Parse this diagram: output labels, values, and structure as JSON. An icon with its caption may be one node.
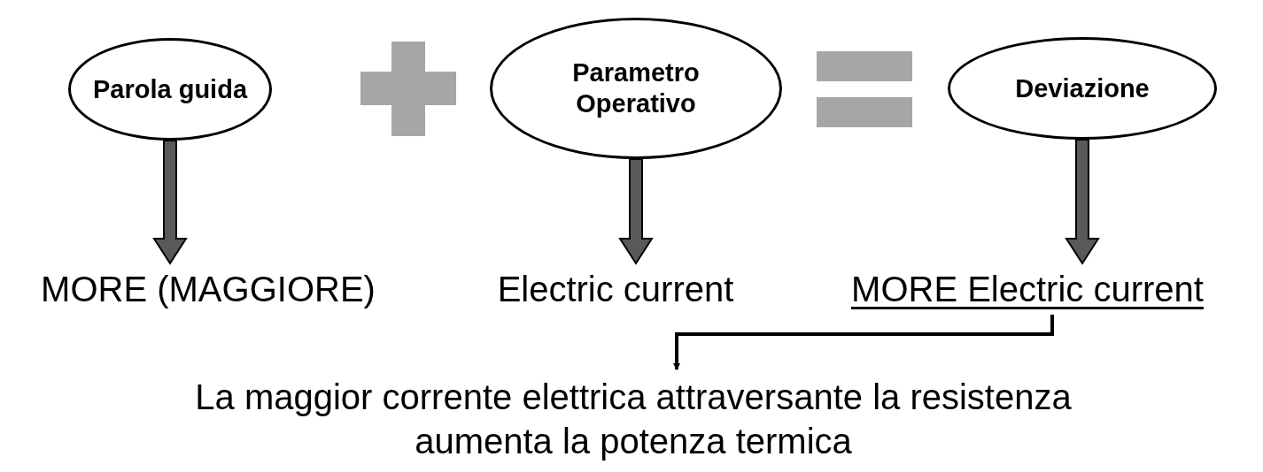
{
  "diagram": {
    "nodes": [
      {
        "text": [
          "Parola guida"
        ]
      },
      {
        "text": [
          "Parametro Operativo"
        ]
      },
      {
        "text": [
          "Deviazione"
        ]
      },
      {
        "text": [
          "MORE (MAGGIORE)"
        ]
      },
      {
        "text": [
          "Electric current"
        ]
      },
      {
        "text": [
          "MORE Electric current"
        ]
      },
      {
        "text": [
          "La maggior corrente elettrica attraversante la resistenza aumenta la potenza termica"
        ]
      },
      {
        "text": [],
        "shape": "plus"
      },
      {
        "text": [],
        "shape": "equals"
      }
    ],
    "edges": [
      {
        "from": 0,
        "to": 3,
        "arrow": "to",
        "style": "thick"
      },
      {
        "from": 1,
        "to": 4,
        "arrow": "to",
        "style": "thick"
      },
      {
        "from": 2,
        "to": 5,
        "arrow": "to",
        "style": "thick"
      },
      {
        "from": 5,
        "to": 6,
        "arrow": "to"
      }
    ]
  }
}
